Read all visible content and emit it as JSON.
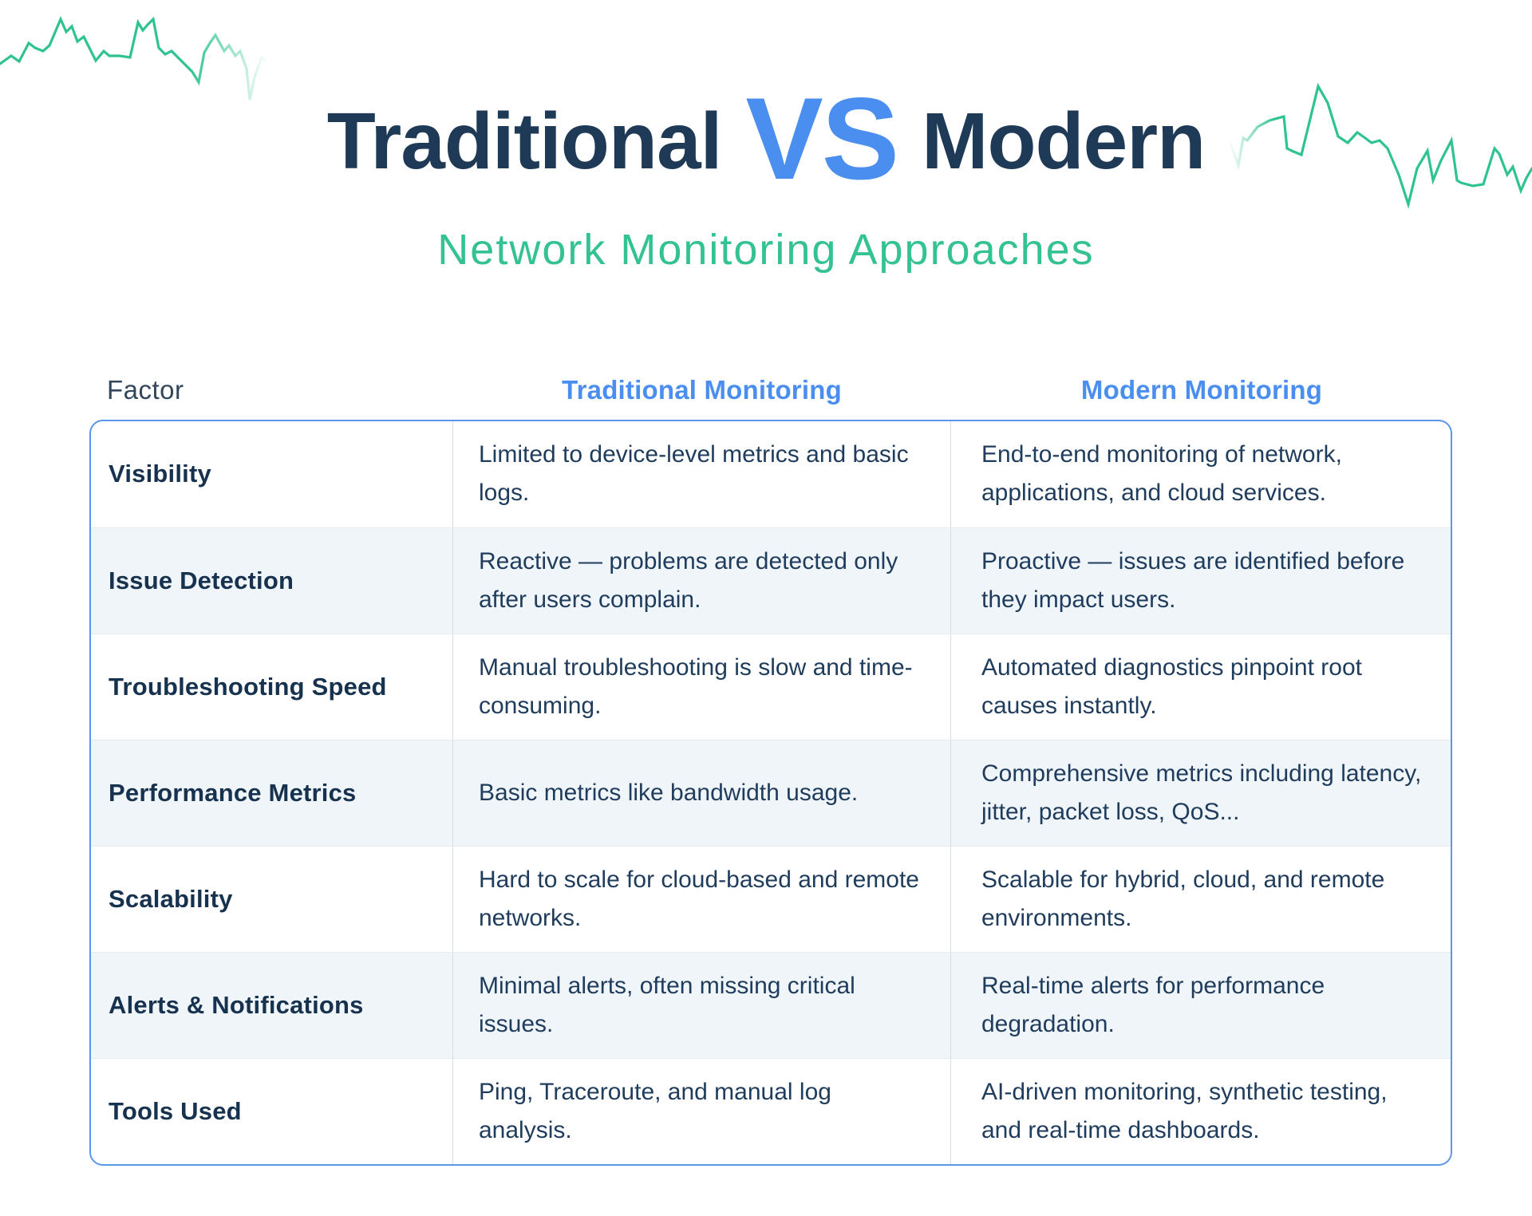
{
  "header": {
    "title_left": "Traditional",
    "title_vs": "VS",
    "title_right": "Modern",
    "subtitle": "Network Monitoring Approaches"
  },
  "colors": {
    "navy": "#1e3a56",
    "blue": "#4a8ef0",
    "green": "#2fc38f",
    "green-subtitle": "#35c292",
    "row-alt": "#f0f5fa",
    "table-border": "#5b96ea",
    "divider": "#d5dce4",
    "row-line": "#e6ebf1",
    "body-text": "#1f3c5c",
    "factor-text": "#17324e",
    "factor-header": "#33475c"
  },
  "table": {
    "columns": [
      {
        "label": "Factor"
      },
      {
        "label": "Traditional Monitoring"
      },
      {
        "label": "Modern Monitoring"
      }
    ],
    "rows": [
      {
        "factor": "Visibility",
        "traditional": "Limited to device-level metrics and basic logs.",
        "modern": "End-to-end monitoring of network, applications, and cloud services."
      },
      {
        "factor": "Issue Detection",
        "traditional": "Reactive — problems are detected only after users complain.",
        "modern": "Proactive — issues are identified before they impact users."
      },
      {
        "factor": "Troubleshooting Speed",
        "traditional": "Manual troubleshooting is slow and time-consuming.",
        "modern": "Automated diagnostics pinpoint root causes instantly."
      },
      {
        "factor": "Performance Metrics",
        "traditional": "Basic metrics like bandwidth usage.",
        "modern": "Comprehensive metrics including latency, jitter, packet loss, QoS..."
      },
      {
        "factor": "Scalability",
        "traditional": "Hard to scale for cloud-based and remote networks.",
        "modern": "Scalable for hybrid, cloud, and remote environments."
      },
      {
        "factor": "Alerts & Notifications",
        "traditional": "Minimal alerts, often missing critical issues.",
        "modern": "Real-time alerts for performance degradation."
      },
      {
        "factor": "Tools Used",
        "traditional": "Ping, Traceroute, and manual log analysis.",
        "modern": "AI-driven monitoring, synthetic testing, and real-time dashboards."
      }
    ]
  }
}
